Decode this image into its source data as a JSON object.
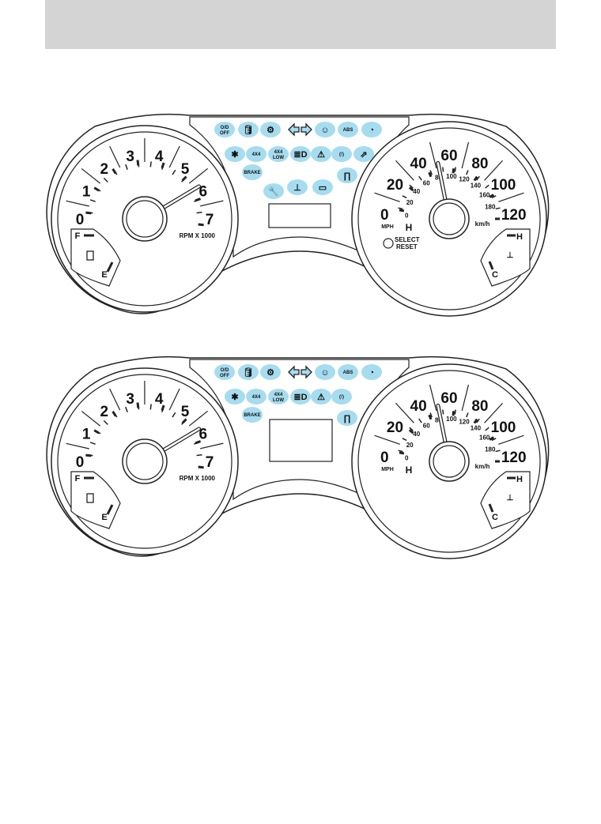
{
  "header": {
    "band_color": "#d4d4d4"
  },
  "colors": {
    "warning_light": "#a6dcef",
    "outline": "#222222"
  },
  "clusters": [
    {
      "tachometer": {
        "labels": [
          "0",
          "1",
          "2",
          "3",
          "4",
          "5",
          "6",
          "7"
        ],
        "unit_label": "RPM X 1000",
        "needle_value": 5.8
      },
      "speedometer": {
        "mph_labels": [
          "0",
          "20",
          "40",
          "60",
          "80",
          "100",
          "120"
        ],
        "kmh_labels": [
          "0",
          "20",
          "40",
          "60",
          "80",
          "100",
          "120",
          "140",
          "160",
          "180"
        ],
        "mph_unit": "MPH",
        "kmh_unit": "km/h",
        "extra_label": "H",
        "needle_mph": 52
      },
      "fuel_gauge": {
        "full": "F",
        "empty": "E",
        "icon": "fuel-pump-icon"
      },
      "temp_gauge": {
        "hot": "H",
        "cold": "C",
        "icon": "coolant-temp-icon"
      },
      "select_reset": {
        "line1": "SELECT",
        "line2": "RESET"
      },
      "display": "message-center",
      "warning_lights": [
        {
          "icon": "od-off",
          "text": "O/D OFF"
        },
        {
          "icon": "oil-pressure-icon",
          "text": ""
        },
        {
          "icon": "check-engine-icon",
          "text": ""
        },
        {
          "icon": "turn-left-icon",
          "text": ""
        },
        {
          "icon": "turn-right-icon",
          "text": ""
        },
        {
          "icon": "seatbelt-icon",
          "text": ""
        },
        {
          "icon": "abs-icon",
          "text": "ABS"
        },
        {
          "icon": "speed-control-icon",
          "text": ""
        },
        {
          "icon": "airbag-icon",
          "text": ""
        },
        {
          "icon": "4x4",
          "text": "4X4"
        },
        {
          "icon": "4x4-low",
          "text": "4X4 LOW"
        },
        {
          "icon": "high-beam-icon",
          "text": ""
        },
        {
          "icon": "traction-control-icon",
          "text": ""
        },
        {
          "icon": "tire-pressure-icon",
          "text": "(!)"
        },
        {
          "icon": "door-ajar-icon",
          "text": ""
        },
        {
          "icon": "brake",
          "text": "BRAKE"
        },
        {
          "icon": "wrench-icon",
          "text": ""
        },
        {
          "icon": "coolant-temp-icon",
          "text": ""
        },
        {
          "icon": "battery-icon",
          "text": ""
        },
        {
          "icon": "safety-belt-minder-icon",
          "text": ""
        }
      ]
    },
    {
      "tachometer": {
        "labels": [
          "0",
          "1",
          "2",
          "3",
          "4",
          "5",
          "6",
          "7"
        ],
        "unit_label": "RPM X 1000",
        "needle_value": 5.8
      },
      "speedometer": {
        "mph_labels": [
          "0",
          "20",
          "40",
          "60",
          "80",
          "100",
          "120"
        ],
        "kmh_labels": [
          "0",
          "20",
          "40",
          "60",
          "80",
          "100",
          "120",
          "140",
          "160",
          "180"
        ],
        "mph_unit": "MPH",
        "kmh_unit": "km/h",
        "extra_label": "H",
        "needle_mph": 52
      },
      "fuel_gauge": {
        "full": "F",
        "empty": "E",
        "icon": "fuel-pump-icon"
      },
      "temp_gauge": {
        "hot": "H",
        "cold": "C",
        "icon": "coolant-temp-icon"
      },
      "display": "message-center",
      "warning_lights": [
        {
          "icon": "od-off",
          "text": "O/D OFF"
        },
        {
          "icon": "oil-pressure-icon",
          "text": ""
        },
        {
          "icon": "check-engine-icon",
          "text": ""
        },
        {
          "icon": "turn-left-icon",
          "text": ""
        },
        {
          "icon": "turn-right-icon",
          "text": ""
        },
        {
          "icon": "seatbelt-icon",
          "text": ""
        },
        {
          "icon": "abs-icon",
          "text": "ABS"
        },
        {
          "icon": "speed-control-icon",
          "text": ""
        },
        {
          "icon": "airbag-icon",
          "text": ""
        },
        {
          "icon": "4x4",
          "text": "4X4"
        },
        {
          "icon": "4x4-low",
          "text": "4X4 LOW"
        },
        {
          "icon": "high-beam-icon",
          "text": ""
        },
        {
          "icon": "traction-control-icon",
          "text": ""
        },
        {
          "icon": "tire-pressure-icon",
          "text": "(!)"
        },
        {
          "icon": "brake",
          "text": "BRAKE"
        },
        {
          "icon": "safety-belt-minder-icon",
          "text": ""
        }
      ]
    }
  ]
}
